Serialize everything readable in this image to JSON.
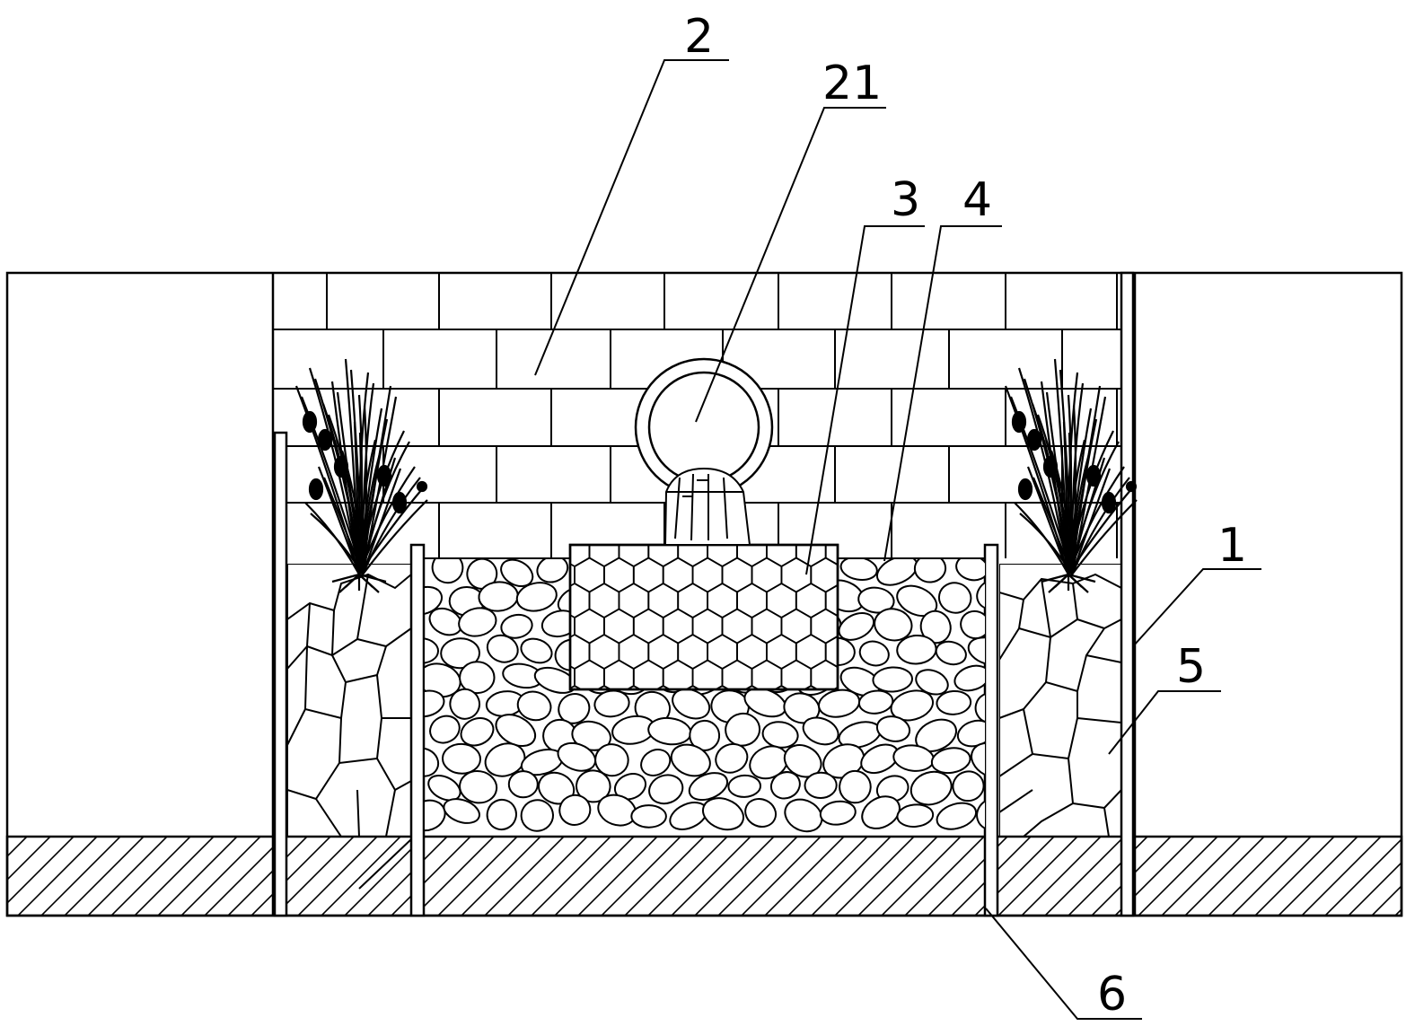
{
  "labels": {
    "l1": "1",
    "l2": "2",
    "l21": "21",
    "l3": "3",
    "l4": "4",
    "l5": "5",
    "l6": "6"
  },
  "colors": {
    "line": "#000000",
    "background": "#ffffff"
  }
}
